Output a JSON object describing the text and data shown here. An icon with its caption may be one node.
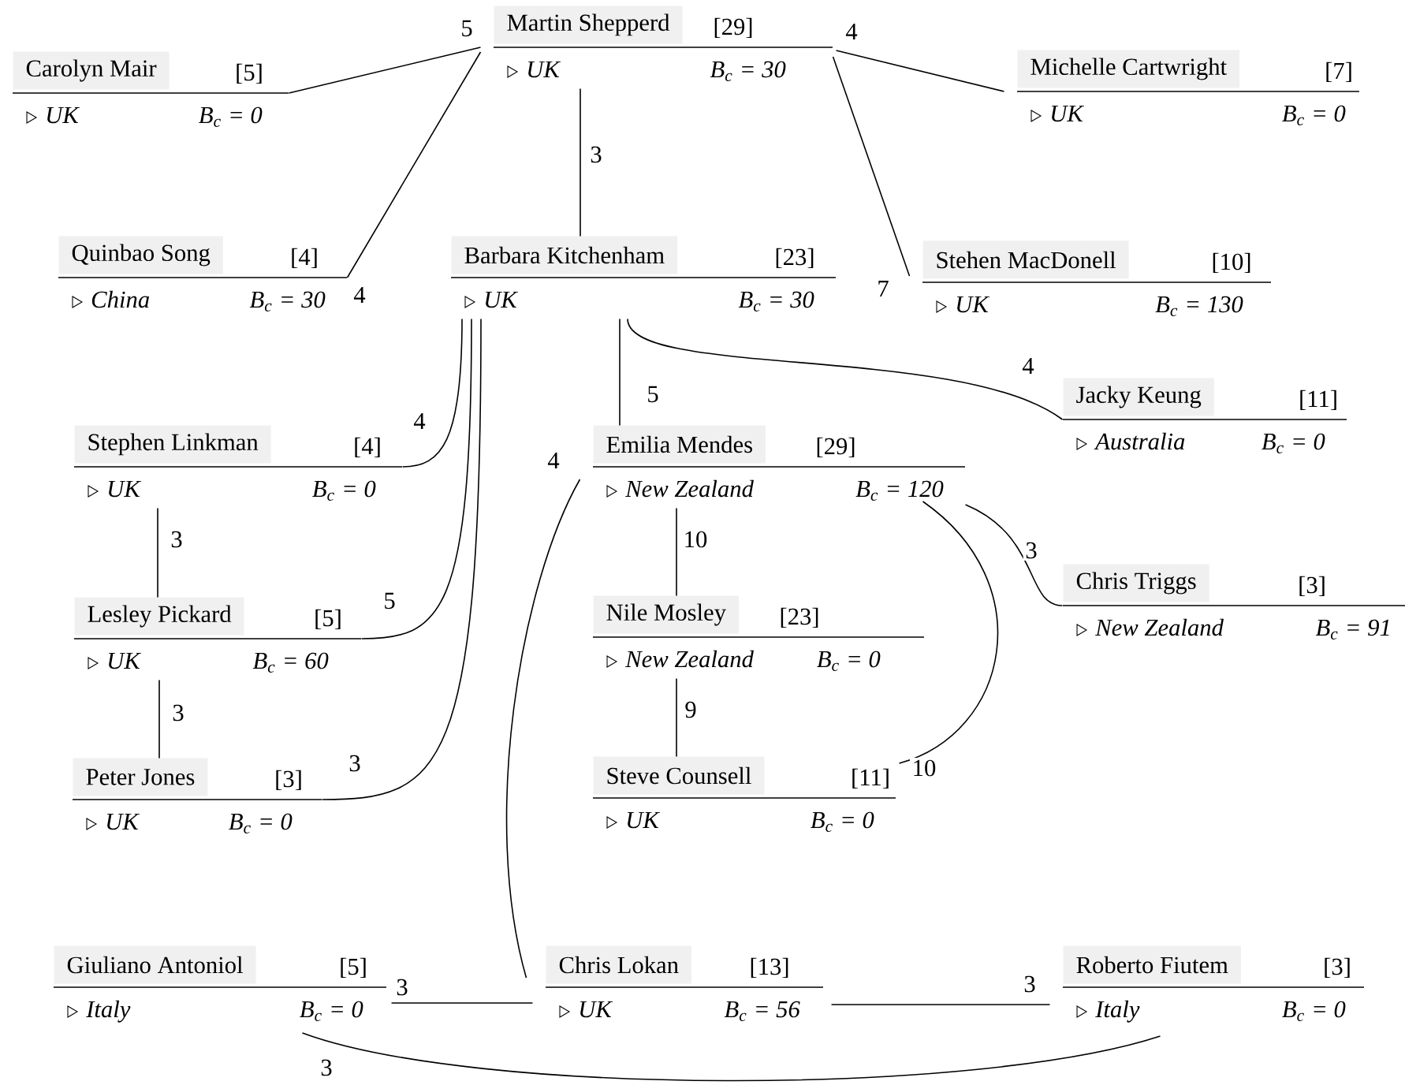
{
  "diagram": {
    "nodes": [
      {
        "text": [
          "Martin Shepperd",
          "[29]",
          "UK",
          "B$_{c}$ = 30"
        ]
      },
      {
        "text": [
          "Carolyn Mair",
          "[5]",
          "UK",
          "B$_{c}$ = 0"
        ]
      },
      {
        "text": [
          "Michelle Cartwright",
          "[7]",
          "UK",
          "B$_{c}$ = 0"
        ]
      },
      {
        "text": [
          "Quinbao Song",
          "[4]",
          "China",
          "B$_{c}$ = 30"
        ]
      },
      {
        "text": [
          "Barbara Kitchenham",
          "[23]",
          "UK",
          "B$_{c}$ = 30"
        ]
      },
      {
        "text": [
          "Stehen MacDonell",
          "[10]",
          "UK",
          "B$_{c}$ = 130"
        ]
      },
      {
        "text": [
          "Jacky Keung",
          "[11]",
          "Australia",
          "B$_{c}$ = 0"
        ]
      },
      {
        "text": [
          "Stephen Linkman",
          "[4]",
          "UK",
          "B$_{c}$ = 0"
        ]
      },
      {
        "text": [
          "Emilia Mendes",
          "[29]",
          "New Zealand",
          "B$_{c}$ = 120"
        ]
      },
      {
        "text": [
          "Chris Triggs",
          "[3]",
          "New Zealand",
          "B$_{c}$ = 91"
        ]
      },
      {
        "text": [
          "Lesley Pickard",
          "[5]",
          "UK",
          "B$_{c}$ = 60"
        ]
      },
      {
        "text": [
          "Nile Mosley",
          "[23]",
          "New Zealand",
          "B$_{c}$ = 0"
        ]
      },
      {
        "text": [
          "Peter Jones",
          "[3]",
          "UK",
          "B$_{c}$ = 0"
        ]
      },
      {
        "text": [
          "Steve Counsell",
          "[11]",
          "UK",
          "B$_{c}$ = 0"
        ]
      },
      {
        "text": [
          "Giuliano Antoniol",
          "[5]",
          "Italy",
          "B$_{c}$ = 0"
        ]
      },
      {
        "text": [
          "Chris Lokan",
          "[13]",
          "UK",
          "B$_{c}$ = 56"
        ]
      },
      {
        "text": [
          "Roberto Fiutem",
          "[3]",
          "Italy",
          "B$_{c}$ = 0"
        ]
      }
    ],
    "edges": [
      {
        "from": 0,
        "to": 1,
        "arrow": "none",
        "label": "5"
      },
      {
        "from": 0,
        "to": 3,
        "arrow": "none",
        "label": "4"
      },
      {
        "from": 0,
        "to": 2,
        "arrow": "none",
        "label": "4"
      },
      {
        "from": 0,
        "to": 5,
        "arrow": "none",
        "label": "7"
      },
      {
        "from": 0,
        "to": 4,
        "arrow": "none",
        "label": "3"
      },
      {
        "from": 4,
        "to": 7,
        "arrow": "none",
        "label": "4"
      },
      {
        "from": 4,
        "to": 10,
        "arrow": "none",
        "label": "5"
      },
      {
        "from": 4,
        "to": 12,
        "arrow": "none",
        "label": "3"
      },
      {
        "from": 4,
        "to": 8,
        "arrow": "none",
        "label": "5"
      },
      {
        "from": 4,
        "to": 6,
        "arrow": "none",
        "label": "4"
      },
      {
        "from": 7,
        "to": 10,
        "arrow": "none",
        "label": "3"
      },
      {
        "from": 10,
        "to": 12,
        "arrow": "none",
        "label": "3"
      },
      {
        "from": 8,
        "to": 11,
        "arrow": "none",
        "label": "10"
      },
      {
        "from": 11,
        "to": 13,
        "arrow": "none",
        "label": "9"
      },
      {
        "from": 8,
        "to": 13,
        "arrow": "none",
        "label": "10"
      },
      {
        "from": 8,
        "to": 9,
        "arrow": "none",
        "label": "3"
      },
      {
        "from": 8,
        "to": 15,
        "arrow": "none",
        "label": "4"
      },
      {
        "from": 14,
        "to": 15,
        "arrow": "none",
        "label": "3"
      },
      {
        "from": 15,
        "to": 16,
        "arrow": "none",
        "label": "3"
      },
      {
        "from": 14,
        "to": 16,
        "arrow": "none",
        "label": "3"
      }
    ]
  }
}
